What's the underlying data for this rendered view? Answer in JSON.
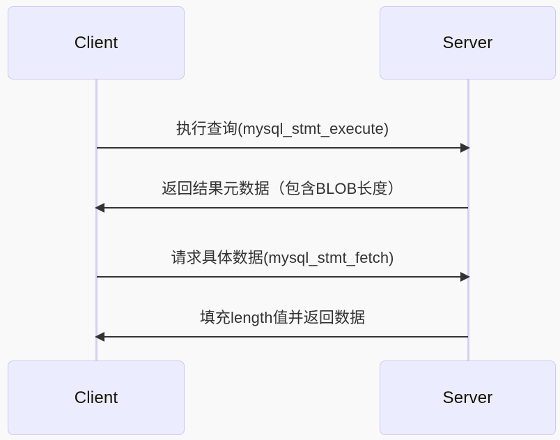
{
  "diagram": {
    "type": "sequence-diagram",
    "background_color": "#f9f9f9",
    "actor_fill_color": "#ececff",
    "actor_border_color": "#d4c4f0",
    "lifeline_color": "#d7cdf5",
    "message_color": "#333333",
    "participants": [
      {
        "id": "client",
        "label": "Client"
      },
      {
        "id": "server",
        "label": "Server"
      }
    ],
    "messages": [
      {
        "index": 1,
        "from": "client",
        "to": "server",
        "direction": "right",
        "label": "执行查询(mysql_stmt_execute)"
      },
      {
        "index": 2,
        "from": "server",
        "to": "client",
        "direction": "left",
        "label": "返回结果元数据（包含BLOB长度）"
      },
      {
        "index": 3,
        "from": "client",
        "to": "server",
        "direction": "right",
        "label": "请求具体数据(mysql_stmt_fetch)"
      },
      {
        "index": 4,
        "from": "server",
        "to": "client",
        "direction": "left",
        "label": "填充length值并返回数据"
      }
    ]
  }
}
